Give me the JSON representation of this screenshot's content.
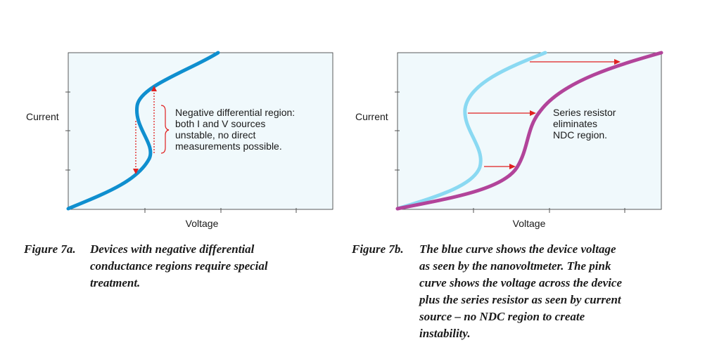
{
  "colors": {
    "panel_bg": "#f0f9fc",
    "curve_blue": "#0f8fcf",
    "curve_light_blue": "#8ad9f2",
    "curve_pink": "#b2449a",
    "arrow_red": "#e02020",
    "axis_text": "#1a1a1a"
  },
  "figure_a": {
    "ylabel": "Current",
    "xlabel": "Voltage",
    "annotation": [
      "Negative differential region:",
      "both I and V sources",
      "unstable, no direct",
      "measurements possible."
    ],
    "caption_label": "Figure 7a.",
    "caption_lines": [
      "Devices with negative differential",
      "conductance regions require special",
      "treatment."
    ]
  },
  "figure_b": {
    "ylabel": "Current",
    "xlabel": "Voltage",
    "annotation": [
      "Series resistor",
      "eliminates",
      "NDC region."
    ],
    "caption_label": "Figure 7b.",
    "caption_lines": [
      "The blue curve shows the device voltage",
      "as seen by the nanovoltmeter. The pink",
      "curve shows the voltage across the device",
      "plus the series resistor as seen by current",
      "source – no NDC region to create",
      "instability."
    ]
  }
}
